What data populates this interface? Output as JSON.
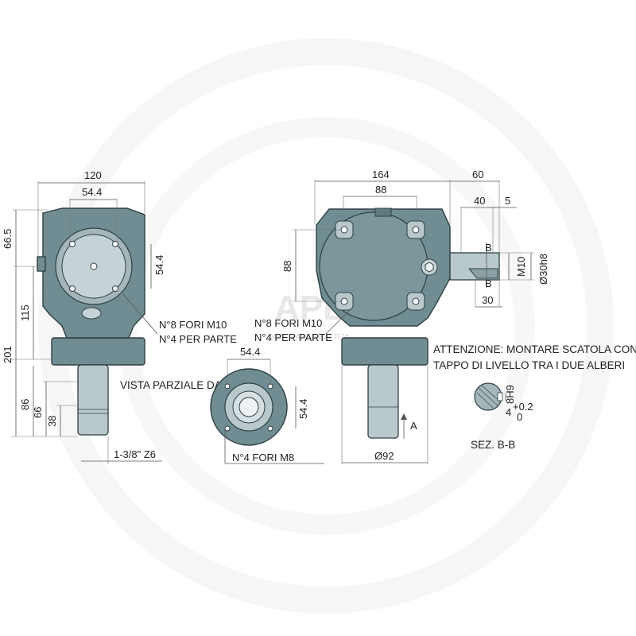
{
  "watermark": {
    "brand": "APB",
    "tagline": "AUTOPARTS BALTIJA"
  },
  "front_view": {
    "width": "120",
    "flange": "54.4",
    "top_offset": "66.5",
    "flange_v": "54.4",
    "h115": "115",
    "h201": "201",
    "h86": "86",
    "h66": "66",
    "h38": "38",
    "shaft_spec": "1-3/8\" Z6",
    "holes_1": "N°8 FORI M10",
    "holes_2": "N°4 PER PARTE"
  },
  "partial_view": {
    "title": "VISTA PARZIALE DA A",
    "width": "54.4",
    "height": "54.4",
    "holes": "N°4 FORI M8"
  },
  "side_view": {
    "width": "164",
    "flange": "88",
    "height": "88",
    "shaft_len": "60",
    "key_len": "40",
    "key_off": "5",
    "key_end": "30",
    "thread": "M10",
    "diameter": "Ø30h8",
    "base_diameter": "Ø92",
    "holes_1": "N°8 FORI M10",
    "holes_2": "N°4 PER PARTE",
    "arrow_label": "A",
    "section_mark": "B"
  },
  "notes": {
    "line1": "ATTENZIONE: MONTARE SCATOLA CON IL",
    "line2": "TAPPO DI LIVELLO TRA I DUE ALBERI"
  },
  "section": {
    "key_width": "8H9",
    "depth": "4",
    "tol_upper": "+0.2",
    "tol_lower": "0",
    "title": "SEZ. B-B"
  }
}
